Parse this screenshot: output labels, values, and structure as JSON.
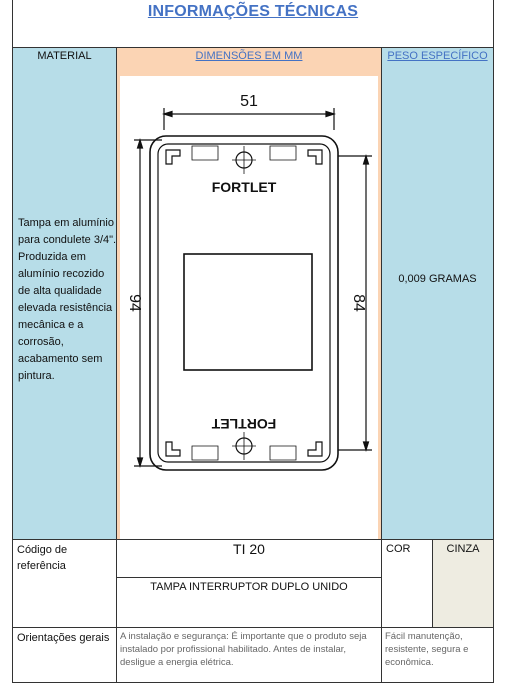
{
  "title": "INFORMAÇÕES TÉCNICAS",
  "material": {
    "header": "MATERIAL",
    "description": "Tampa em alumínio para condulete 3/4\". Produzida em alumínio recozido de alta qualidade elevada resistência mecânica e a corrosão, acabamento sem pintura."
  },
  "dimensions": {
    "header": "DIMENSÕES EM MM",
    "width": "51",
    "height_outer": "94",
    "height_inner": "84",
    "brand_top": "FORTLET",
    "brand_bottom": "FORTLET"
  },
  "weight": {
    "header": "PESO ESPECÍFICO",
    "value": "0,009 GRAMAS"
  },
  "reference": {
    "label": "Código de referência",
    "code": "TI 20",
    "name": "TAMPA INTERRUPTOR DUPLO UNIDO",
    "color_label": "COR",
    "color_value": "CINZA"
  },
  "guidelines": {
    "label": "Orientações gerais",
    "installation": "A instalação e segurança: É importante que o produto seja instalado por profissional habilitado. Antes de instalar, desligue a energia elétrica.",
    "benefits": "Fácil manutenção, resistente, segura e econômica."
  }
}
